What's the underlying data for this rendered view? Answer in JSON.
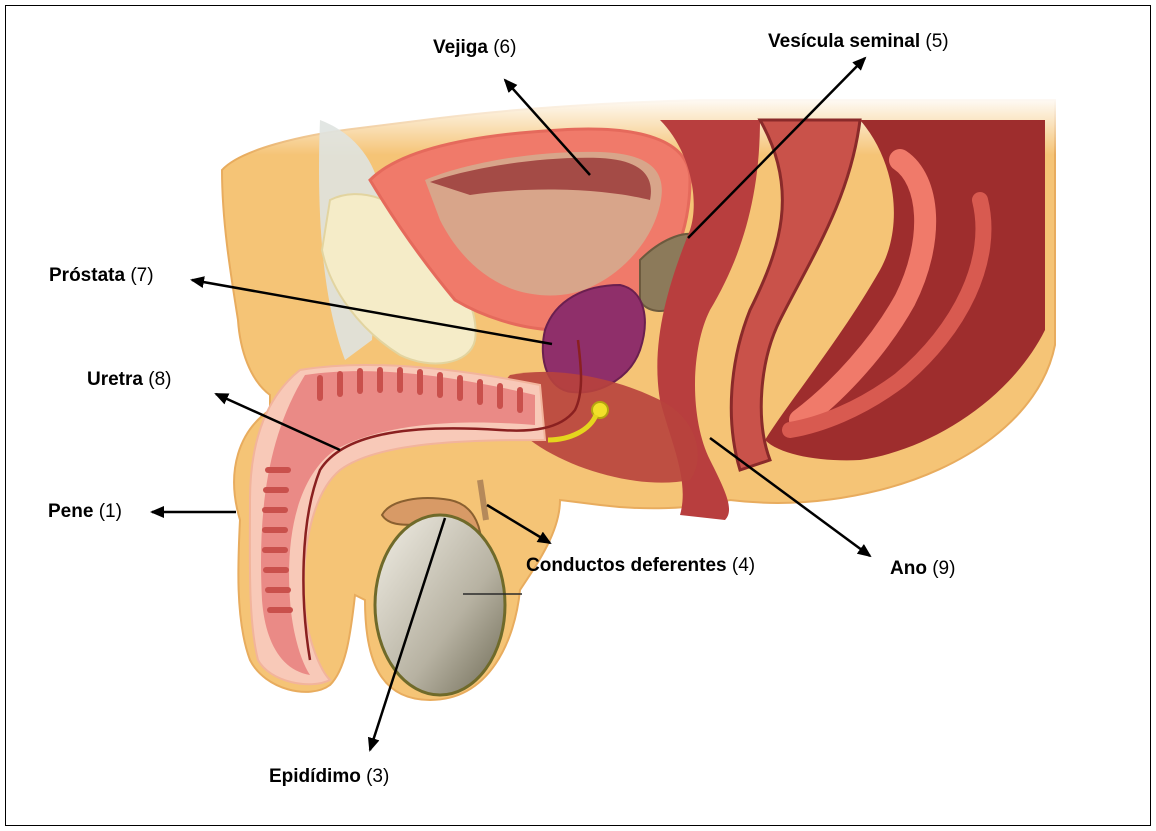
{
  "labels": {
    "vejiga": {
      "name": "Vejiga",
      "num": "(6)"
    },
    "vesicula": {
      "name": "Vesícula seminal",
      "num": "(5)"
    },
    "prostata": {
      "name": "Próstata",
      "num": "(7)"
    },
    "uretra": {
      "name": "Uretra",
      "num": "(8)"
    },
    "pene": {
      "name": "Pene",
      "num": "(1)"
    },
    "conductos": {
      "name": "Conductos deferentes",
      "num": "(4)"
    },
    "ano": {
      "name": "Ano",
      "num": "(9)"
    },
    "epididimo": {
      "name": "Epidídimo",
      "num": "(3)"
    }
  }
}
